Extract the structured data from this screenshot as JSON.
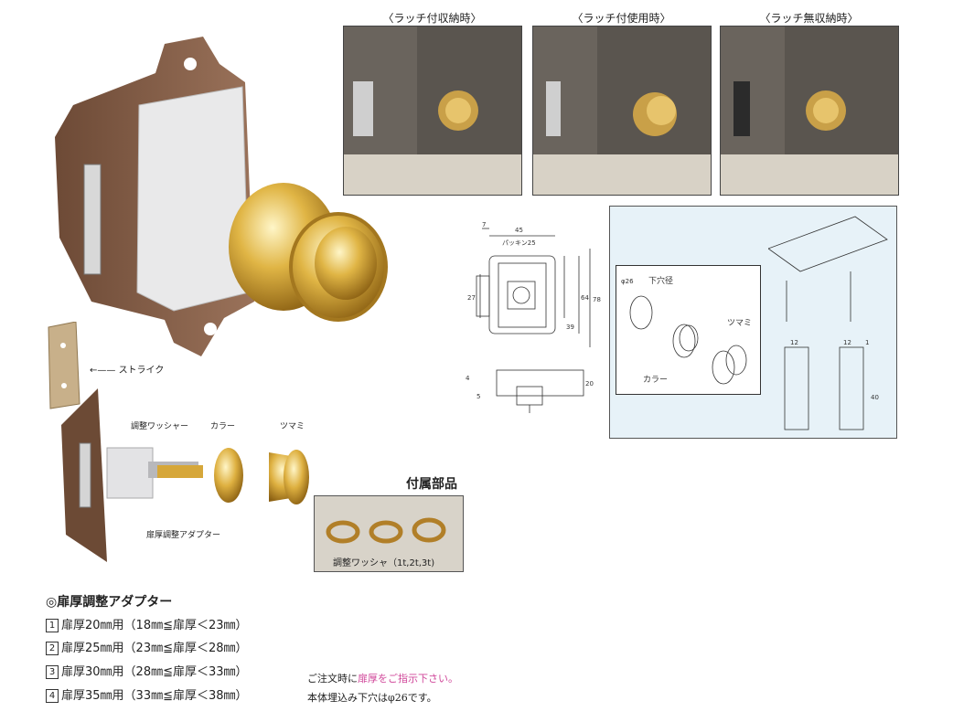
{
  "photos": {
    "latched_stored": "〈ラッチ付収納時〉",
    "latched_in_use": "〈ラッチ付使用時〉",
    "unlatched_stored": "〈ラッチ無収納時〉"
  },
  "labels": {
    "strike": "ストライク",
    "washer": "調整ワッシャー",
    "collar": "カラー",
    "knob": "ツマミ",
    "door_adapter": "扉厚調整アダプター"
  },
  "accessories": {
    "title": "付属部品",
    "caption": "調整ワッシャ（1t,2t,3t)"
  },
  "drawing": {
    "dim_45": "45",
    "dim_7": "7",
    "dim_25": "パッキン25",
    "dim_27": "27",
    "dim_64": "64",
    "dim_78": "78",
    "dim_39": "39",
    "dim_4": "4",
    "dim_5": "5",
    "dim_20": "20"
  },
  "install": {
    "hole": "φ26",
    "hole_label": "下穴径",
    "knob": "ツマミ",
    "collar": "カラー",
    "dim_12a": "12",
    "dim_12b": "12",
    "dim_1": "1",
    "dim_40": "40"
  },
  "adapter": {
    "title": "◎扉厚調整アダプター",
    "rows": [
      {
        "num": "1",
        "text": "扉厚20㎜用（18㎜≦扉厚＜23㎜）"
      },
      {
        "num": "2",
        "text": "扉厚25㎜用（23㎜≦扉厚＜28㎜）"
      },
      {
        "num": "3",
        "text": "扉厚30㎜用（28㎜≦扉厚＜33㎜）"
      },
      {
        "num": "4",
        "text": "扉厚35㎜用（33㎜≦扉厚＜38㎜）"
      }
    ]
  },
  "notes": {
    "order_prefix": "ご注文時に",
    "order_highlight": "扉厚をご指示下さい。",
    "hole_note": "本体埋込み下穴はφ26です。"
  },
  "colors": {
    "highlight": "#d0479a",
    "panel_bg": "#e7f2f8"
  }
}
